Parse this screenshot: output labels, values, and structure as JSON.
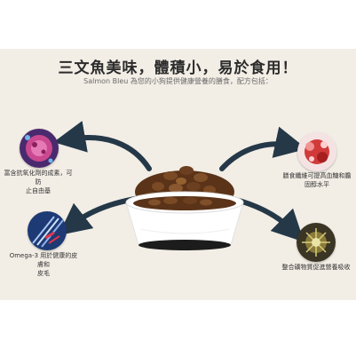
{
  "headline": "三文魚美味，體積小，易於食用！",
  "subline": "Salmon Bleu 為您的小狗提供健康營養的膳食，配方包括：",
  "benefits": [
    {
      "line1": "富含抗氧化劑的成素，可防",
      "line2": "止自由基",
      "icon": "antioxidant-icon"
    },
    {
      "line1": "Omega-3 用於健康的皮膚和",
      "line2": "皮毛",
      "icon": "omega3-icon"
    },
    {
      "line1": "膳食纖維可提高血糖和膽",
      "line2": "固醇水平",
      "icon": "fiber-icon"
    },
    {
      "line1": "整合礦物質促進營養吸收",
      "line2": "",
      "icon": "minerals-icon"
    }
  ],
  "colors": {
    "panel": "#f2ede5",
    "arrow": "#243848",
    "bowl": "#ffffff",
    "kibble": "#6b3f1f"
  }
}
